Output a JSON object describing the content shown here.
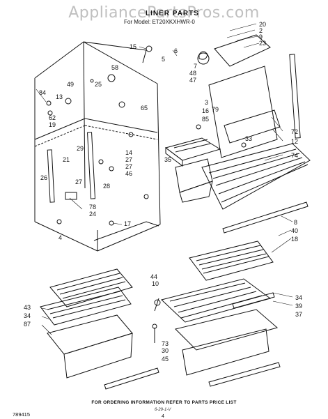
{
  "watermark": "AppliancePartsPros.com",
  "header": {
    "title": "LINER PARTS",
    "model_line": "For Model: ET20XKXHWR-0"
  },
  "footer": {
    "ordering_note": "FOR ORDERING INFORMATION REFER TO PARTS PRICE LIST",
    "figure_number": "789415",
    "page_number": "4",
    "reference_code": "6-29-1-V"
  },
  "callouts": [
    "20",
    "2",
    "9",
    "23",
    "15",
    "6",
    "5",
    "7",
    "48",
    "47",
    "58",
    "49",
    "25",
    "84",
    "13",
    "62",
    "19",
    "65",
    "3",
    "16",
    "85",
    "79",
    "72",
    "12",
    "74",
    "33",
    "35",
    "29",
    "14",
    "27",
    "27",
    "21",
    "26",
    "27",
    "28",
    "46",
    "78",
    "24",
    "17",
    "4",
    "8",
    "40",
    "18",
    "44",
    "10",
    "43",
    "34",
    "87",
    "34",
    "39",
    "37",
    "73",
    "30",
    "45"
  ]
}
